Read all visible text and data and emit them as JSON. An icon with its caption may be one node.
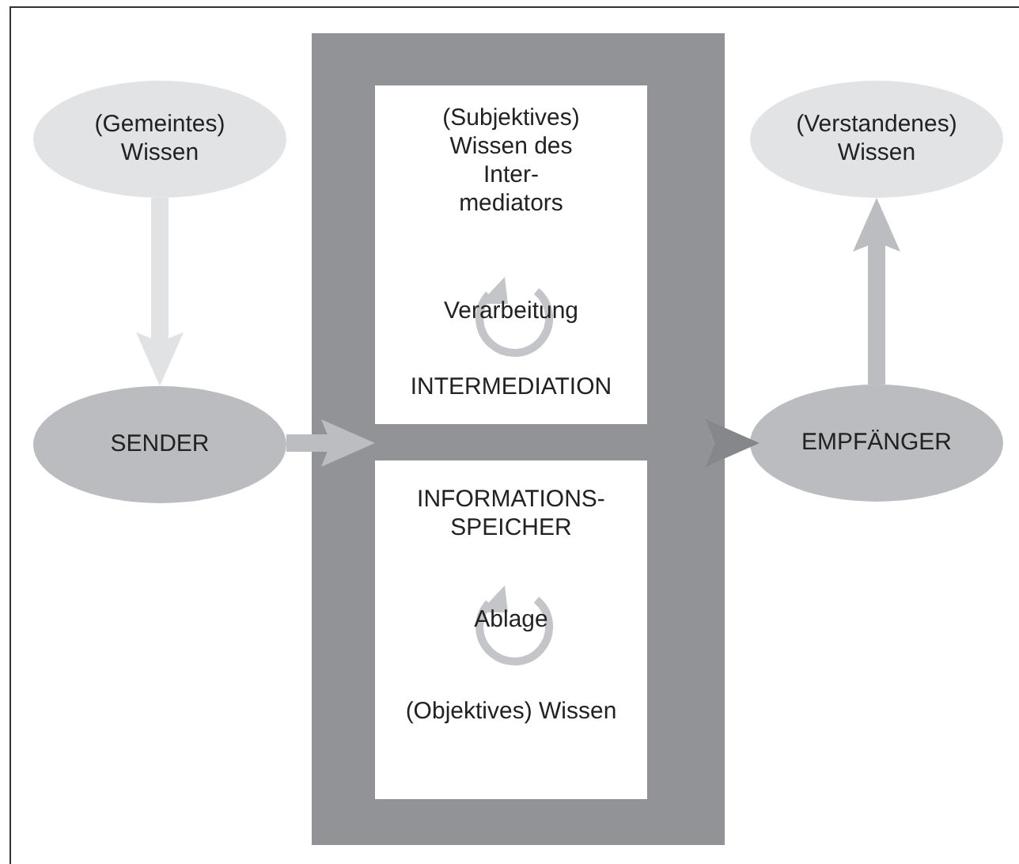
{
  "diagram": {
    "nodes": [
      {
        "text": [
          "(Gemeintes) Wissen"
        ]
      },
      {
        "text": [
          "SENDER"
        ]
      },
      {
        "text": [],
        "shape": "box"
      },
      {
        "text": [
          "(Subjektives) Wissen des Inter- mediators",
          "Verarbeitung",
          "INTERMEDIATION"
        ],
        "in": 2
      },
      {
        "text": [
          "INFORMATIONS- SPEICHER",
          "Ablage",
          "(Objektives) Wissen"
        ],
        "in": 2
      },
      {
        "text": [
          "(Verstandenes) Wissen"
        ]
      },
      {
        "text": [
          "EMPFÄNGER"
        ]
      }
    ],
    "edges": [
      {
        "from": 0,
        "to": 1,
        "arrow": "to",
        "color": "#e1e2e4"
      },
      {
        "from": 1,
        "to": 2,
        "arrow": "to"
      },
      {
        "from": 2,
        "to": 6,
        "arrow": "to",
        "color": "#86878b"
      },
      {
        "from": 6,
        "to": 5,
        "arrow": "to"
      }
    ]
  }
}
